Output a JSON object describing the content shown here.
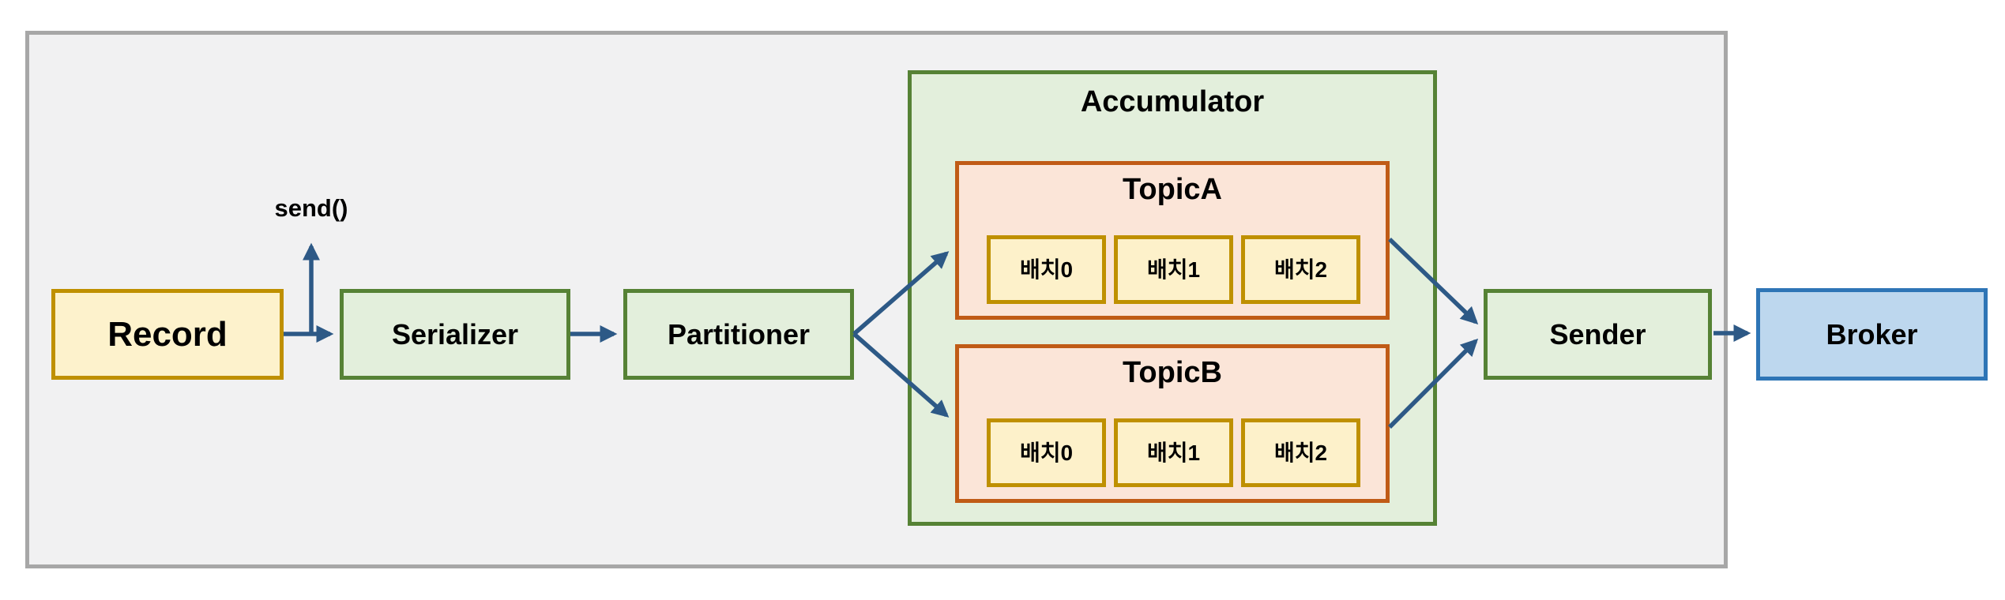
{
  "colors": {
    "canvas-bg": "#ffffff",
    "panel-bg": "#f1f1f2",
    "panel-border": "#a7a7a7",
    "gold-border": "#bf9000",
    "record-fill": "#fdf2cc",
    "batch-fill": "#fdf1ca",
    "green-fill": "#e3efdc",
    "green-border": "#568235",
    "peach-fill": "#fbe5d8",
    "orange-border": "#c05b16",
    "blue-fill": "#bdd7ee",
    "blue-border": "#2e75b6",
    "arrow": "#2d5986",
    "text": "#000000"
  },
  "labels": {
    "send": "send()"
  },
  "nodes": {
    "record": {
      "label": "Record"
    },
    "serializer": {
      "label": "Serializer"
    },
    "partitioner": {
      "label": "Partitioner"
    },
    "accumulator": {
      "label": "Accumulator",
      "topics": [
        {
          "label": "TopicA",
          "batches": [
            "배치0",
            "배치1",
            "배치2"
          ]
        },
        {
          "label": "TopicB",
          "batches": [
            "배치0",
            "배치1",
            "배치2"
          ]
        }
      ]
    },
    "sender": {
      "label": "Sender"
    },
    "broker": {
      "label": "Broker"
    }
  }
}
